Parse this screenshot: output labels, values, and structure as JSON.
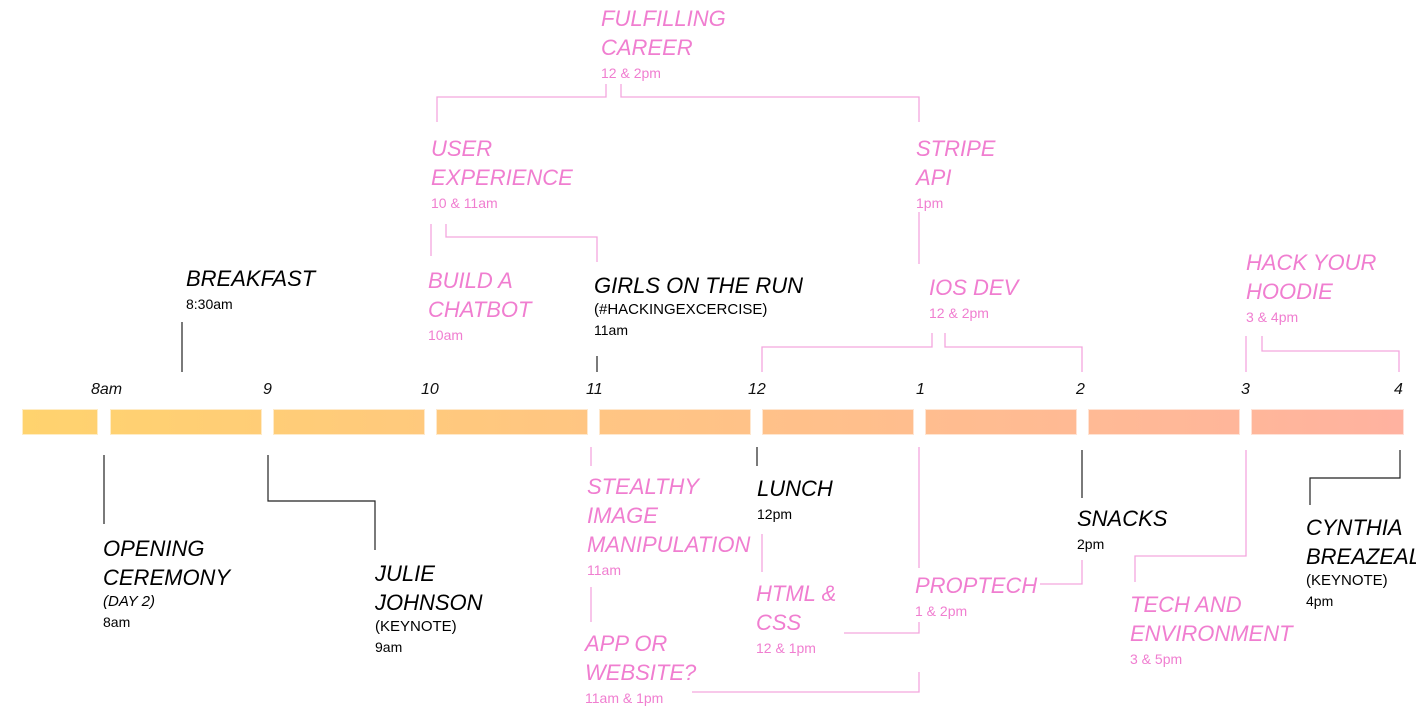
{
  "hours": [
    "8am",
    "9",
    "10",
    "11",
    "12",
    "1",
    "2",
    "3",
    "4"
  ],
  "colors": {
    "dark_text": "#000000",
    "pink_text": "#f07ed0",
    "pink_line": "#f3a6de",
    "dark_line": "#222222",
    "bar_start": "#ffd36e",
    "bar_end": "#ffb2a0"
  },
  "events": [
    {
      "id": "fulfilling-career",
      "style": "pink",
      "title": [
        "FULFILLING",
        "CAREER"
      ],
      "time": "12 & 2pm"
    },
    {
      "id": "user-experience",
      "style": "pink",
      "title": [
        "USER",
        "EXPERIENCE"
      ],
      "time": "10 & 11am"
    },
    {
      "id": "stripe-api",
      "style": "pink",
      "title": [
        "STRIPE",
        "API"
      ],
      "time": "1pm"
    },
    {
      "id": "breakfast",
      "style": "dark",
      "title": [
        "BREAKFAST"
      ],
      "time": "8:30am"
    },
    {
      "id": "build-a-chatbot",
      "style": "pink",
      "title": [
        "BUILD A",
        "CHATBOT"
      ],
      "time": "10am"
    },
    {
      "id": "girls-on-the-run",
      "style": "dark",
      "title": [
        "GIRLS ON THE RUN"
      ],
      "sub": "(#HACKINGEXCERCISE)",
      "time": "11am"
    },
    {
      "id": "ios-dev",
      "style": "pink",
      "title": [
        "IOS DEV"
      ],
      "time": "12 & 2pm"
    },
    {
      "id": "hack-your-hoodie",
      "style": "pink",
      "title": [
        "HACK YOUR",
        "HOODIE"
      ],
      "time": "3 & 4pm"
    },
    {
      "id": "opening-ceremony",
      "style": "dark",
      "title": [
        "OPENING",
        "CEREMONY"
      ],
      "sub_italic": "(DAY 2)",
      "time": "8am"
    },
    {
      "id": "julie-johnson",
      "style": "dark",
      "title": [
        "JULIE",
        "JOHNSON"
      ],
      "sub": "(KEYNOTE)",
      "time": "9am"
    },
    {
      "id": "stealthy-image-manipulation",
      "style": "pink",
      "title": [
        "STEALTHY",
        "IMAGE",
        "MANIPULATION"
      ],
      "time": "11am"
    },
    {
      "id": "app-or-website",
      "style": "pink",
      "title": [
        "APP OR",
        "WEBSITE?"
      ],
      "time": "11am & 1pm"
    },
    {
      "id": "lunch",
      "style": "dark",
      "title": [
        "LUNCH"
      ],
      "time": "12pm"
    },
    {
      "id": "html-css",
      "style": "pink",
      "title": [
        "HTML &",
        "CSS"
      ],
      "time": "12 & 1pm"
    },
    {
      "id": "proptech",
      "style": "pink",
      "title": [
        "PROPTECH"
      ],
      "time": "1 & 2pm"
    },
    {
      "id": "snacks",
      "style": "dark",
      "title": [
        "SNACKS"
      ],
      "time": "2pm"
    },
    {
      "id": "tech-and-environment",
      "style": "pink",
      "title": [
        "TECH AND",
        "ENVIRONMENT"
      ],
      "time": "3 & 5pm"
    },
    {
      "id": "cynthia-breazeal",
      "style": "dark",
      "title": [
        "CYNTHIA",
        "BREAZEAL"
      ],
      "sub": "(KEYNOTE)",
      "time": "4pm"
    }
  ]
}
